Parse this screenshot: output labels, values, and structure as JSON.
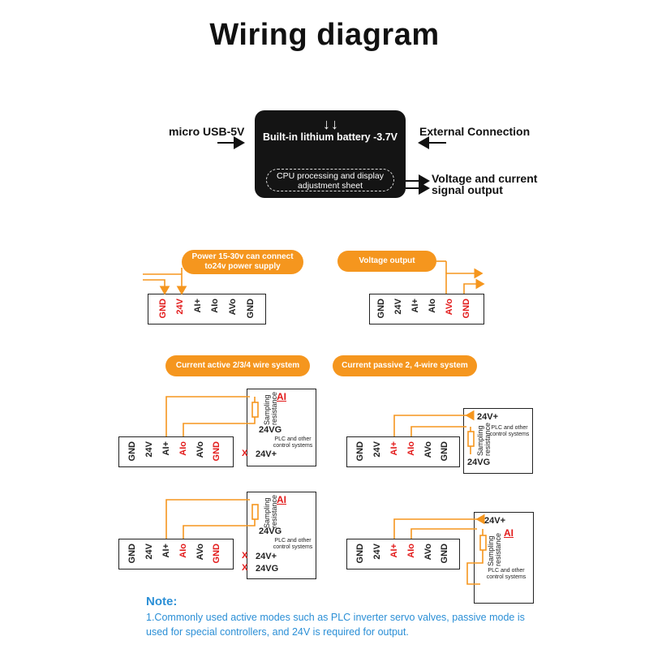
{
  "title": "Wiring diagram",
  "chip": {
    "arrows": "↓↓",
    "battery": "Built-in lithium battery -3.7V",
    "cpu": "CPU processing and display adjustment sheet"
  },
  "inputs": {
    "usb": "micro USB-5V",
    "external": "External Connection"
  },
  "output": {
    "line1": "Voltage and current",
    "line2": "signal output"
  },
  "pills": {
    "power": "Power 15-30v can connect to24v power supply",
    "voltage": "Voltage output",
    "active": "Current active 2/3/4 wire system",
    "passive": "Current passive 2, 4-wire system"
  },
  "terminals": {
    "power_block": [
      "GND",
      "24V",
      "AI+",
      "AIo",
      "AVo",
      "GND"
    ],
    "voltage_block": [
      "GND",
      "24V",
      "AI+",
      "AIo",
      "AVo",
      "GND"
    ],
    "current_block": [
      "GND",
      "24V",
      "AI+",
      "AIo",
      "AVo",
      "GND"
    ]
  },
  "plc": {
    "ai": "AI",
    "sampling": "Sampling resistance",
    "v24g": "24VG",
    "v24p": "24V+",
    "systems": "PLC and other control systems",
    "x": "X"
  },
  "colors": {
    "accent": "#f5961e",
    "red": "#e21a1a",
    "note": "#2b8fd6",
    "chip": "#141414"
  },
  "note": {
    "title": "Note:",
    "text": "1.Commonly used active modes such as PLC inverter servo valves, passive mode is used for special controllers, and 24V is required for output."
  }
}
